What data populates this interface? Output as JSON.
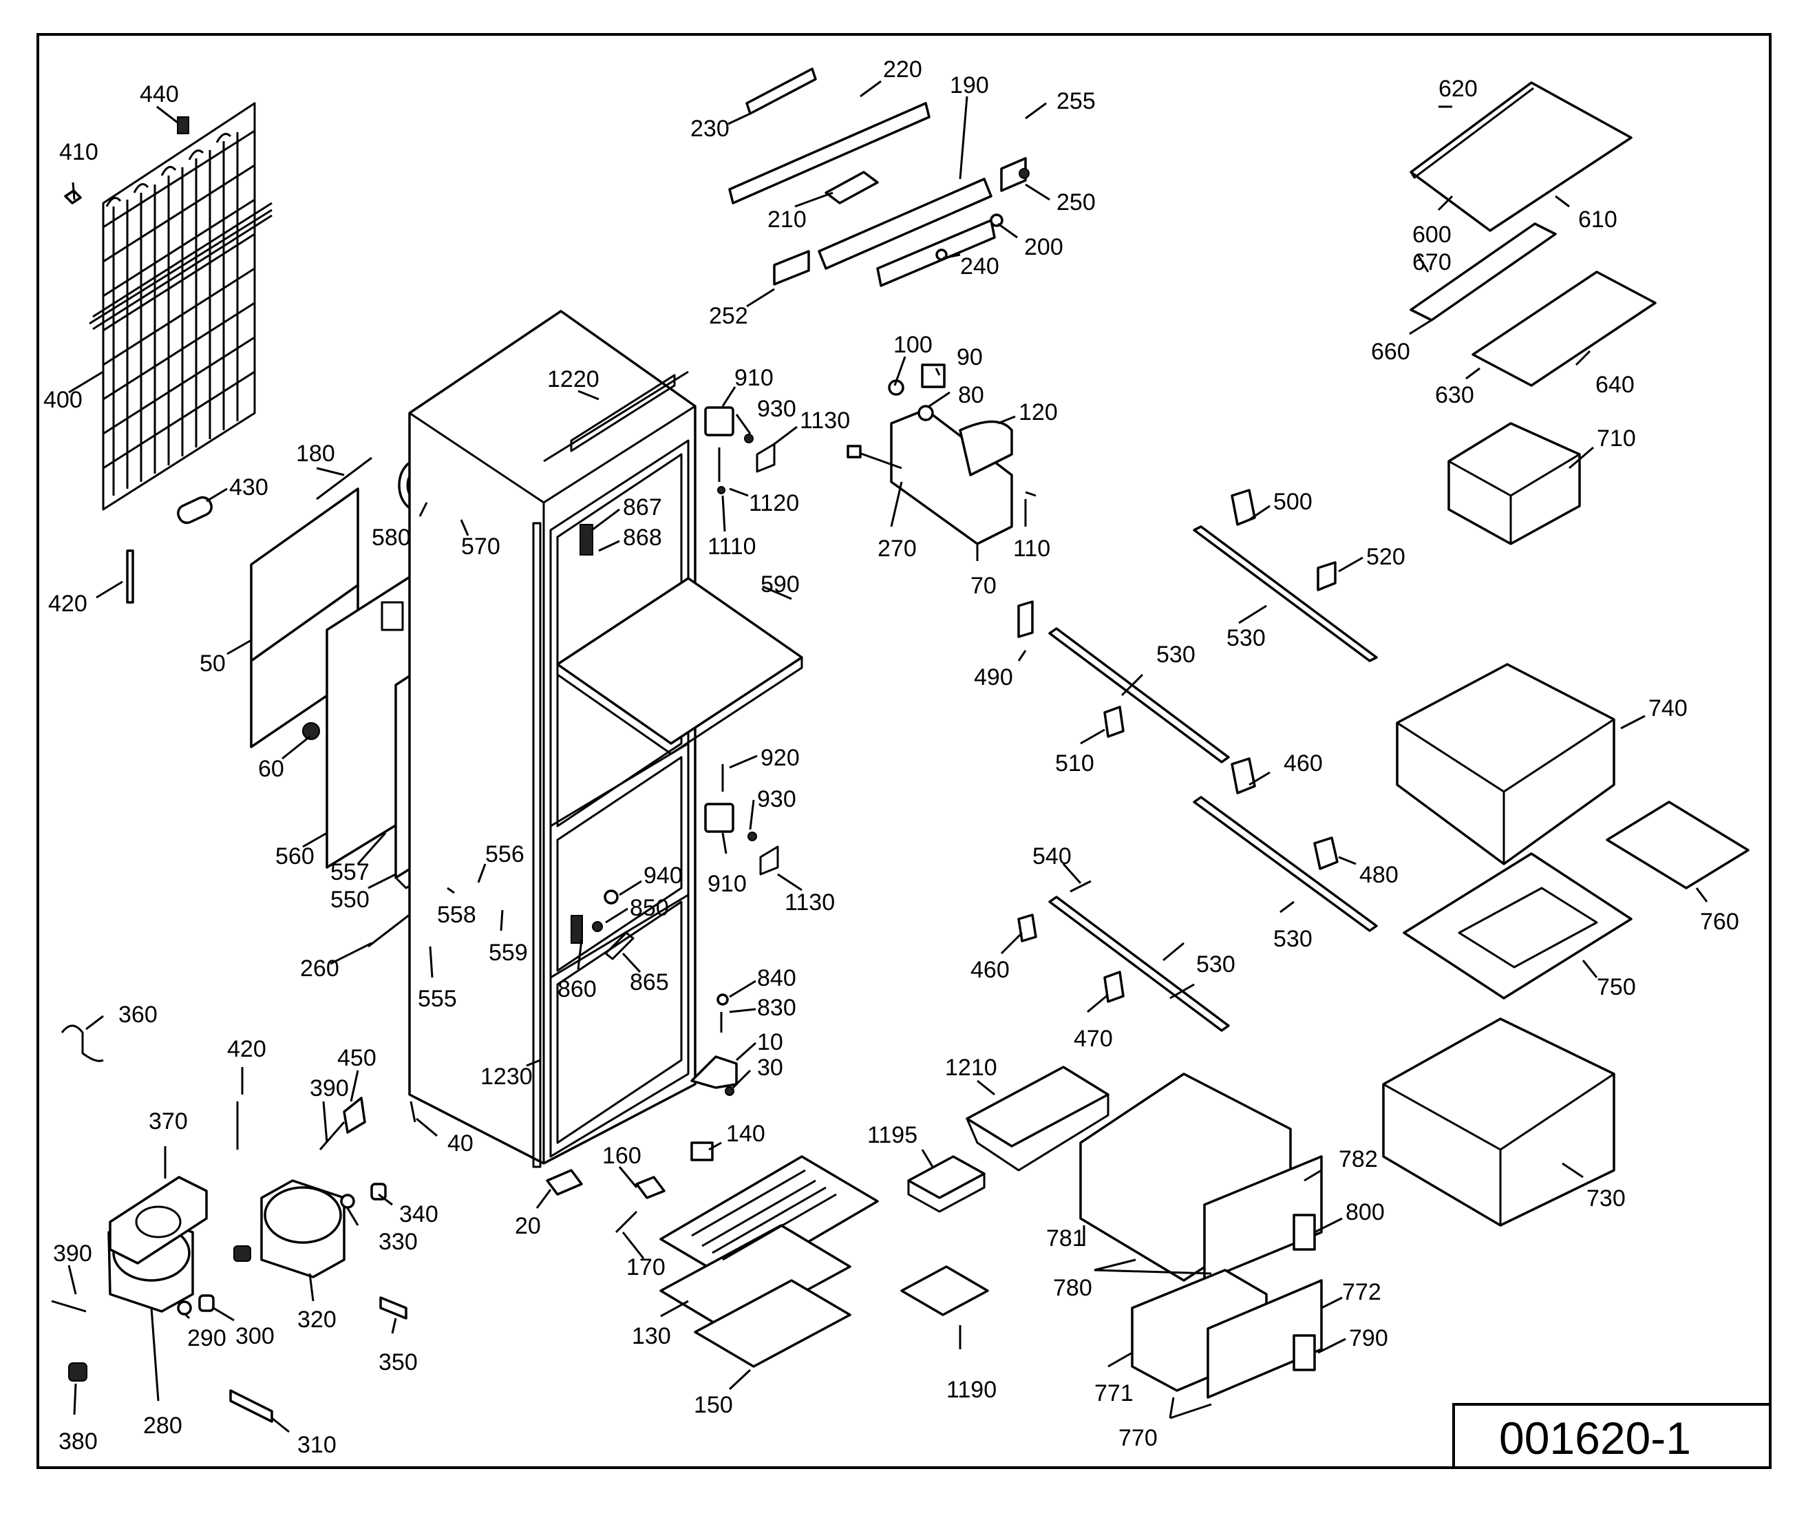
{
  "drawing_code": "001620-1",
  "callouts": [
    {
      "id": "c440",
      "text": "440"
    },
    {
      "id": "c410",
      "text": "410"
    },
    {
      "id": "c400",
      "text": "400"
    },
    {
      "id": "c430",
      "text": "430"
    },
    {
      "id": "c420a",
      "text": "420"
    },
    {
      "id": "c180",
      "text": "180"
    },
    {
      "id": "c50",
      "text": "50"
    },
    {
      "id": "c60",
      "text": "60"
    },
    {
      "id": "c580",
      "text": "580"
    },
    {
      "id": "c570",
      "text": "570"
    },
    {
      "id": "c560",
      "text": "560"
    },
    {
      "id": "c557",
      "text": "557"
    },
    {
      "id": "c550",
      "text": "550"
    },
    {
      "id": "c556",
      "text": "556"
    },
    {
      "id": "c558",
      "text": "558"
    },
    {
      "id": "c559",
      "text": "559"
    },
    {
      "id": "c555",
      "text": "555"
    },
    {
      "id": "c260",
      "text": "260"
    },
    {
      "id": "c1220",
      "text": "1220"
    },
    {
      "id": "c867",
      "text": "867"
    },
    {
      "id": "c868",
      "text": "868"
    },
    {
      "id": "c910a",
      "text": "910"
    },
    {
      "id": "c930a",
      "text": "930"
    },
    {
      "id": "c1130a",
      "text": "1130"
    },
    {
      "id": "c1120",
      "text": "1120"
    },
    {
      "id": "c1110",
      "text": "1110"
    },
    {
      "id": "c590",
      "text": "590"
    },
    {
      "id": "c920",
      "text": "920"
    },
    {
      "id": "c930b",
      "text": "930"
    },
    {
      "id": "c910b",
      "text": "910"
    },
    {
      "id": "c1130b",
      "text": "1130"
    },
    {
      "id": "c940",
      "text": "940"
    },
    {
      "id": "c850",
      "text": "850"
    },
    {
      "id": "c860",
      "text": "860"
    },
    {
      "id": "c865",
      "text": "865"
    },
    {
      "id": "c840",
      "text": "840"
    },
    {
      "id": "c830",
      "text": "830"
    },
    {
      "id": "c10",
      "text": "10"
    },
    {
      "id": "c30",
      "text": "30"
    },
    {
      "id": "c1230",
      "text": "1230"
    },
    {
      "id": "c40",
      "text": "40"
    },
    {
      "id": "c20",
      "text": "20"
    },
    {
      "id": "c160",
      "text": "160"
    },
    {
      "id": "c140",
      "text": "140"
    },
    {
      "id": "c170",
      "text": "170"
    },
    {
      "id": "c130",
      "text": "130"
    },
    {
      "id": "c150",
      "text": "150"
    },
    {
      "id": "c360",
      "text": "360"
    },
    {
      "id": "c370",
      "text": "370"
    },
    {
      "id": "c420b",
      "text": "420"
    },
    {
      "id": "c450",
      "text": "450"
    },
    {
      "id": "c390a",
      "text": "390"
    },
    {
      "id": "c340",
      "text": "340"
    },
    {
      "id": "c330",
      "text": "330"
    },
    {
      "id": "c320",
      "text": "320"
    },
    {
      "id": "c390b",
      "text": "390"
    },
    {
      "id": "c290",
      "text": "290"
    },
    {
      "id": "c300",
      "text": "300"
    },
    {
      "id": "c350",
      "text": "350"
    },
    {
      "id": "c380",
      "text": "380"
    },
    {
      "id": "c280",
      "text": "280"
    },
    {
      "id": "c310",
      "text": "310"
    },
    {
      "id": "c230",
      "text": "230"
    },
    {
      "id": "c220",
      "text": "220"
    },
    {
      "id": "c190",
      "text": "190"
    },
    {
      "id": "c255",
      "text": "255"
    },
    {
      "id": "c210",
      "text": "210"
    },
    {
      "id": "c250",
      "text": "250"
    },
    {
      "id": "c200",
      "text": "200"
    },
    {
      "id": "c240",
      "text": "240"
    },
    {
      "id": "c252",
      "text": "252"
    },
    {
      "id": "c100",
      "text": "100"
    },
    {
      "id": "c90",
      "text": "90"
    },
    {
      "id": "c80",
      "text": "80"
    },
    {
      "id": "c120",
      "text": "120"
    },
    {
      "id": "c270",
      "text": "270"
    },
    {
      "id": "c70",
      "text": "70"
    },
    {
      "id": "c110",
      "text": "110"
    },
    {
      "id": "c620",
      "text": "620"
    },
    {
      "id": "c600",
      "text": "600"
    },
    {
      "id": "c610",
      "text": "610"
    },
    {
      "id": "c670",
      "text": "670"
    },
    {
      "id": "c660",
      "text": "660"
    },
    {
      "id": "c630",
      "text": "630"
    },
    {
      "id": "c640",
      "text": "640"
    },
    {
      "id": "c710",
      "text": "710"
    },
    {
      "id": "c500",
      "text": "500"
    },
    {
      "id": "c520",
      "text": "520"
    },
    {
      "id": "c530a",
      "text": "530"
    },
    {
      "id": "c490",
      "text": "490"
    },
    {
      "id": "c530b",
      "text": "530"
    },
    {
      "id": "c510",
      "text": "510"
    },
    {
      "id": "c460a",
      "text": "460"
    },
    {
      "id": "c740",
      "text": "740"
    },
    {
      "id": "c480",
      "text": "480"
    },
    {
      "id": "c530c",
      "text": "530"
    },
    {
      "id": "c540",
      "text": "540"
    },
    {
      "id": "c460b",
      "text": "460"
    },
    {
      "id": "c530d",
      "text": "530"
    },
    {
      "id": "c470",
      "text": "470"
    },
    {
      "id": "c760",
      "text": "760"
    },
    {
      "id": "c750",
      "text": "750"
    },
    {
      "id": "c1210",
      "text": "1210"
    },
    {
      "id": "c1195",
      "text": "1195"
    },
    {
      "id": "c782",
      "text": "782"
    },
    {
      "id": "c800",
      "text": "800"
    },
    {
      "id": "c781",
      "text": "781"
    },
    {
      "id": "c780",
      "text": "780"
    },
    {
      "id": "c772",
      "text": "772"
    },
    {
      "id": "c790",
      "text": "790"
    },
    {
      "id": "c771",
      "text": "771"
    },
    {
      "id": "c770",
      "text": "770"
    },
    {
      "id": "c1190",
      "text": "1190"
    },
    {
      "id": "c730",
      "text": "730"
    }
  ]
}
